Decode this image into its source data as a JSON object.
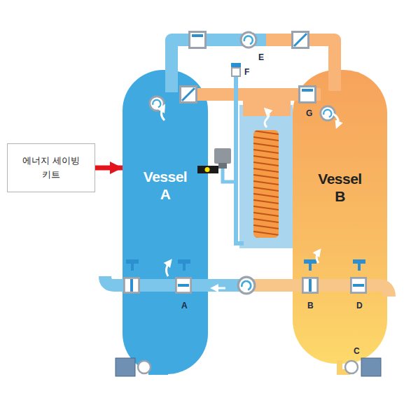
{
  "diagram": {
    "nodes": [
      {
        "text": [
          "에너지 세이빙 키트"
        ]
      },
      {
        "text": [
          "Vessel A"
        ]
      },
      {
        "text": [
          "Vessel B"
        ]
      }
    ],
    "edges": [
      {
        "from": 0,
        "to": 1,
        "arrow": "to"
      }
    ],
    "labels": [
      "A",
      "B",
      "C",
      "D",
      "E",
      "F",
      "G"
    ]
  }
}
